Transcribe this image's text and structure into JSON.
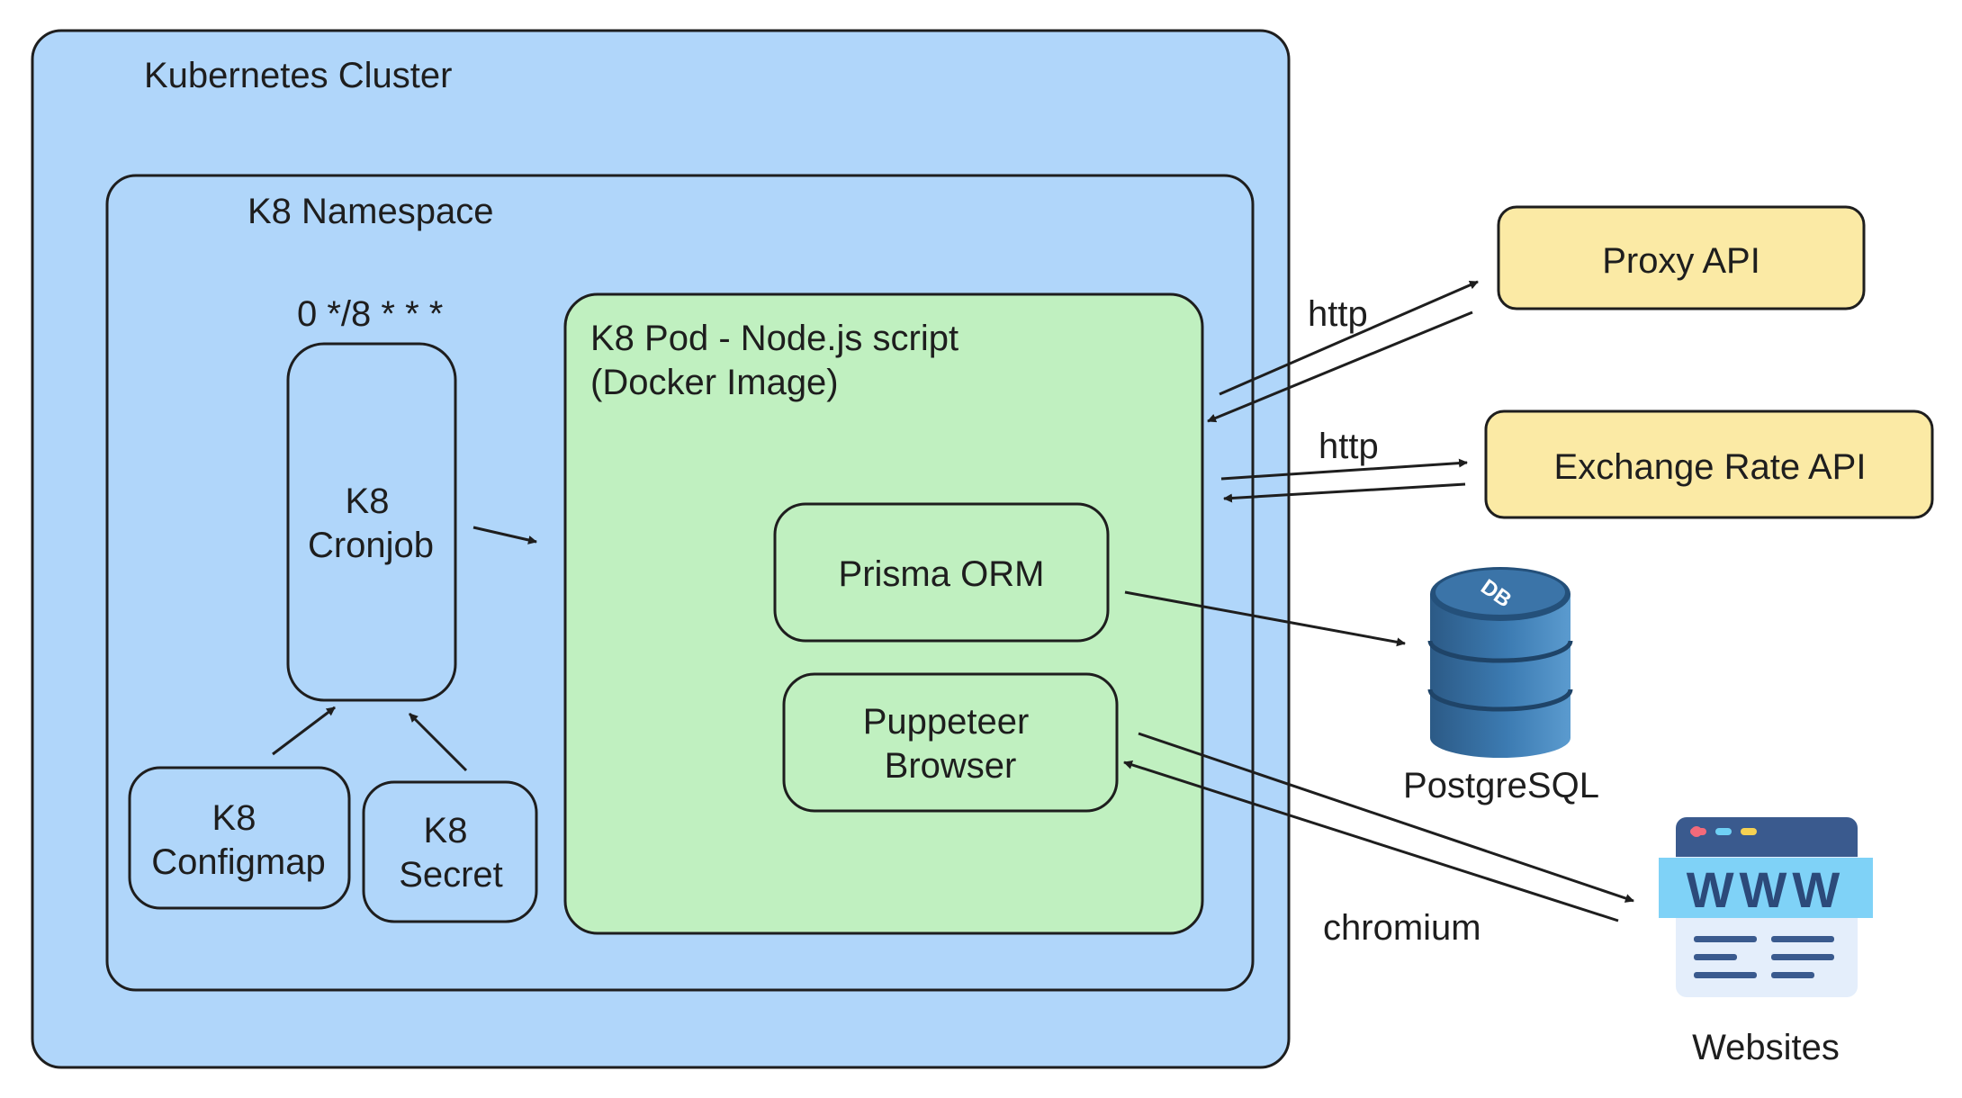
{
  "cluster": {
    "label": "Kubernetes Cluster",
    "fill": "#b0d6fa"
  },
  "namespace": {
    "label": "K8 Namespace"
  },
  "cronjob": {
    "schedule": "0 */8 * * *",
    "line1": "K8",
    "line2": "Cronjob"
  },
  "configmap": {
    "line1": "K8",
    "line2": "Configmap"
  },
  "secret": {
    "line1": "K8",
    "line2": "Secret"
  },
  "pod": {
    "line1": "K8 Pod - Node.js script",
    "line2": "(Docker Image)",
    "fill": "#c0f0c0"
  },
  "prisma": {
    "label": "Prisma ORM"
  },
  "puppeteer": {
    "line1": "Puppeteer",
    "line2": "Browser"
  },
  "proxy_api": {
    "label": "Proxy API",
    "fill": "#fbeaa5"
  },
  "exchange_api": {
    "label": "Exchange Rate API",
    "fill": "#fbeaa5"
  },
  "postgres": {
    "label": "PostgreSQL",
    "badge": "DB",
    "icon": "database-icon"
  },
  "websites": {
    "label": "Websites",
    "badge": "WWW",
    "icon": "browser-window-icon"
  },
  "edges": {
    "proxy_http": "http",
    "exchange_http": "http",
    "chromium": "chromium"
  }
}
